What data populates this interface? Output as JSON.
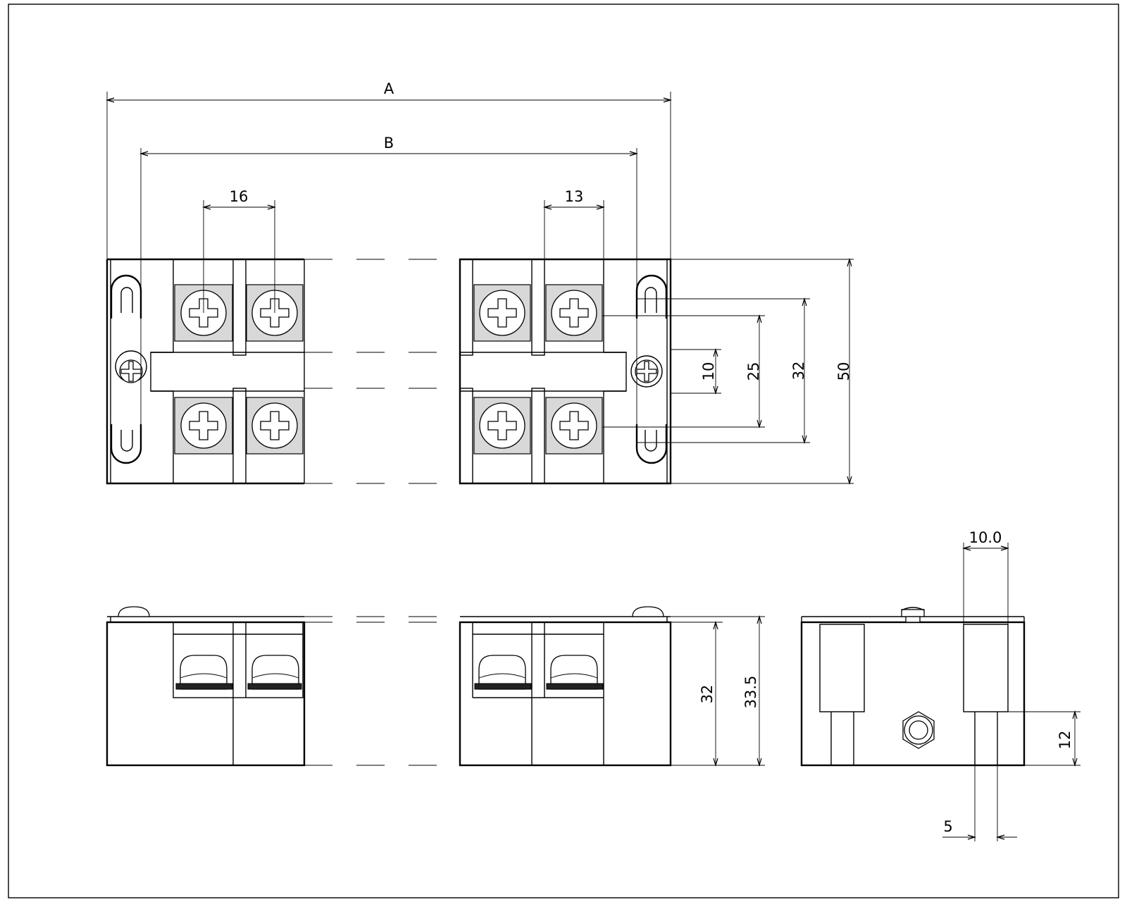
{
  "dimensions": {
    "a": "A",
    "b": "B",
    "pitch_16": "16",
    "pitch_13": "13",
    "height_50": "50",
    "height_32": "32",
    "height_25": "25",
    "height_10": "10",
    "side_32": "32",
    "side_33_5": "33.5",
    "end_10_0": "10.0",
    "end_12": "12",
    "end_5": "5"
  },
  "colors": {
    "line": "#000000",
    "background": "#ffffff",
    "screw_fill": "#d8d8d8"
  }
}
